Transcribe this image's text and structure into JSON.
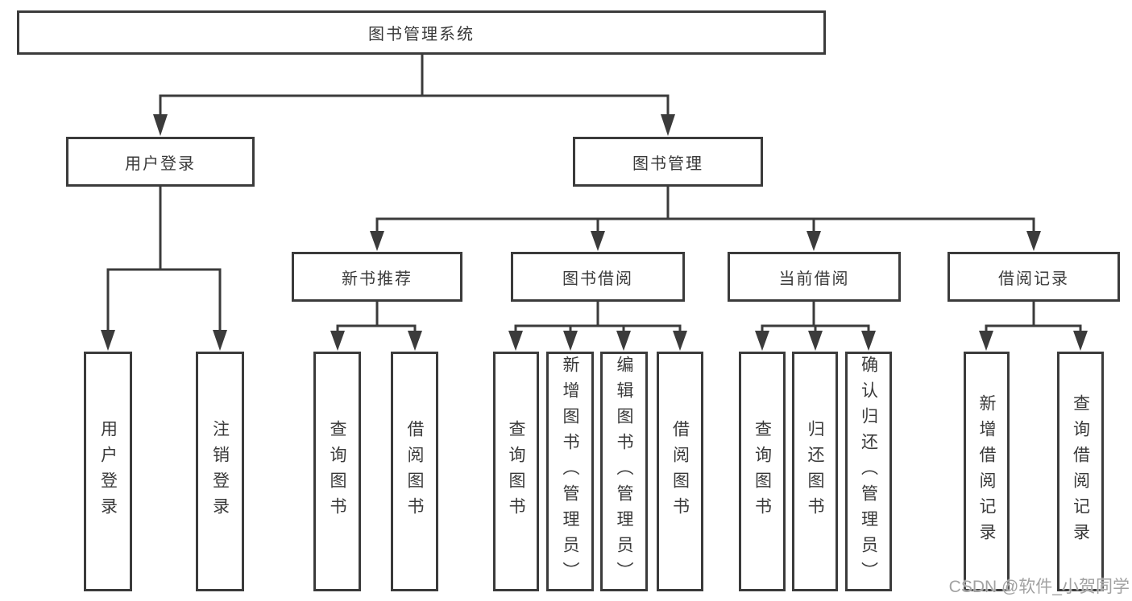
{
  "tree": {
    "root": {
      "label": "图书管理系统",
      "children": [
        {
          "label": "用户登录",
          "children": [
            {
              "label": "用户登录"
            },
            {
              "label": "注销登录"
            }
          ]
        },
        {
          "label": "图书管理",
          "children": [
            {
              "label": "新书推荐",
              "children": [
                {
                  "label": "查询图书"
                },
                {
                  "label": "借阅图书"
                }
              ]
            },
            {
              "label": "图书借阅",
              "children": [
                {
                  "label": "查询图书"
                },
                {
                  "label": "新增图书（管理员）"
                },
                {
                  "label": "编辑图书（管理员）"
                },
                {
                  "label": "借阅图书"
                }
              ]
            },
            {
              "label": "当前借阅",
              "children": [
                {
                  "label": "查询图书"
                },
                {
                  "label": "归还图书"
                },
                {
                  "label": "确认归还（管理员）"
                }
              ]
            },
            {
              "label": "借阅记录",
              "children": [
                {
                  "label": "新增借阅记录"
                },
                {
                  "label": "查询借阅记录"
                }
              ]
            }
          ]
        }
      ]
    }
  },
  "watermark": {
    "text": "CSDN @软件_小贺同学"
  },
  "colors": {
    "line": "#3b3b3b",
    "text": "#3a3a3a",
    "watermark": "#a2a2a2",
    "background": "#ffffff"
  }
}
